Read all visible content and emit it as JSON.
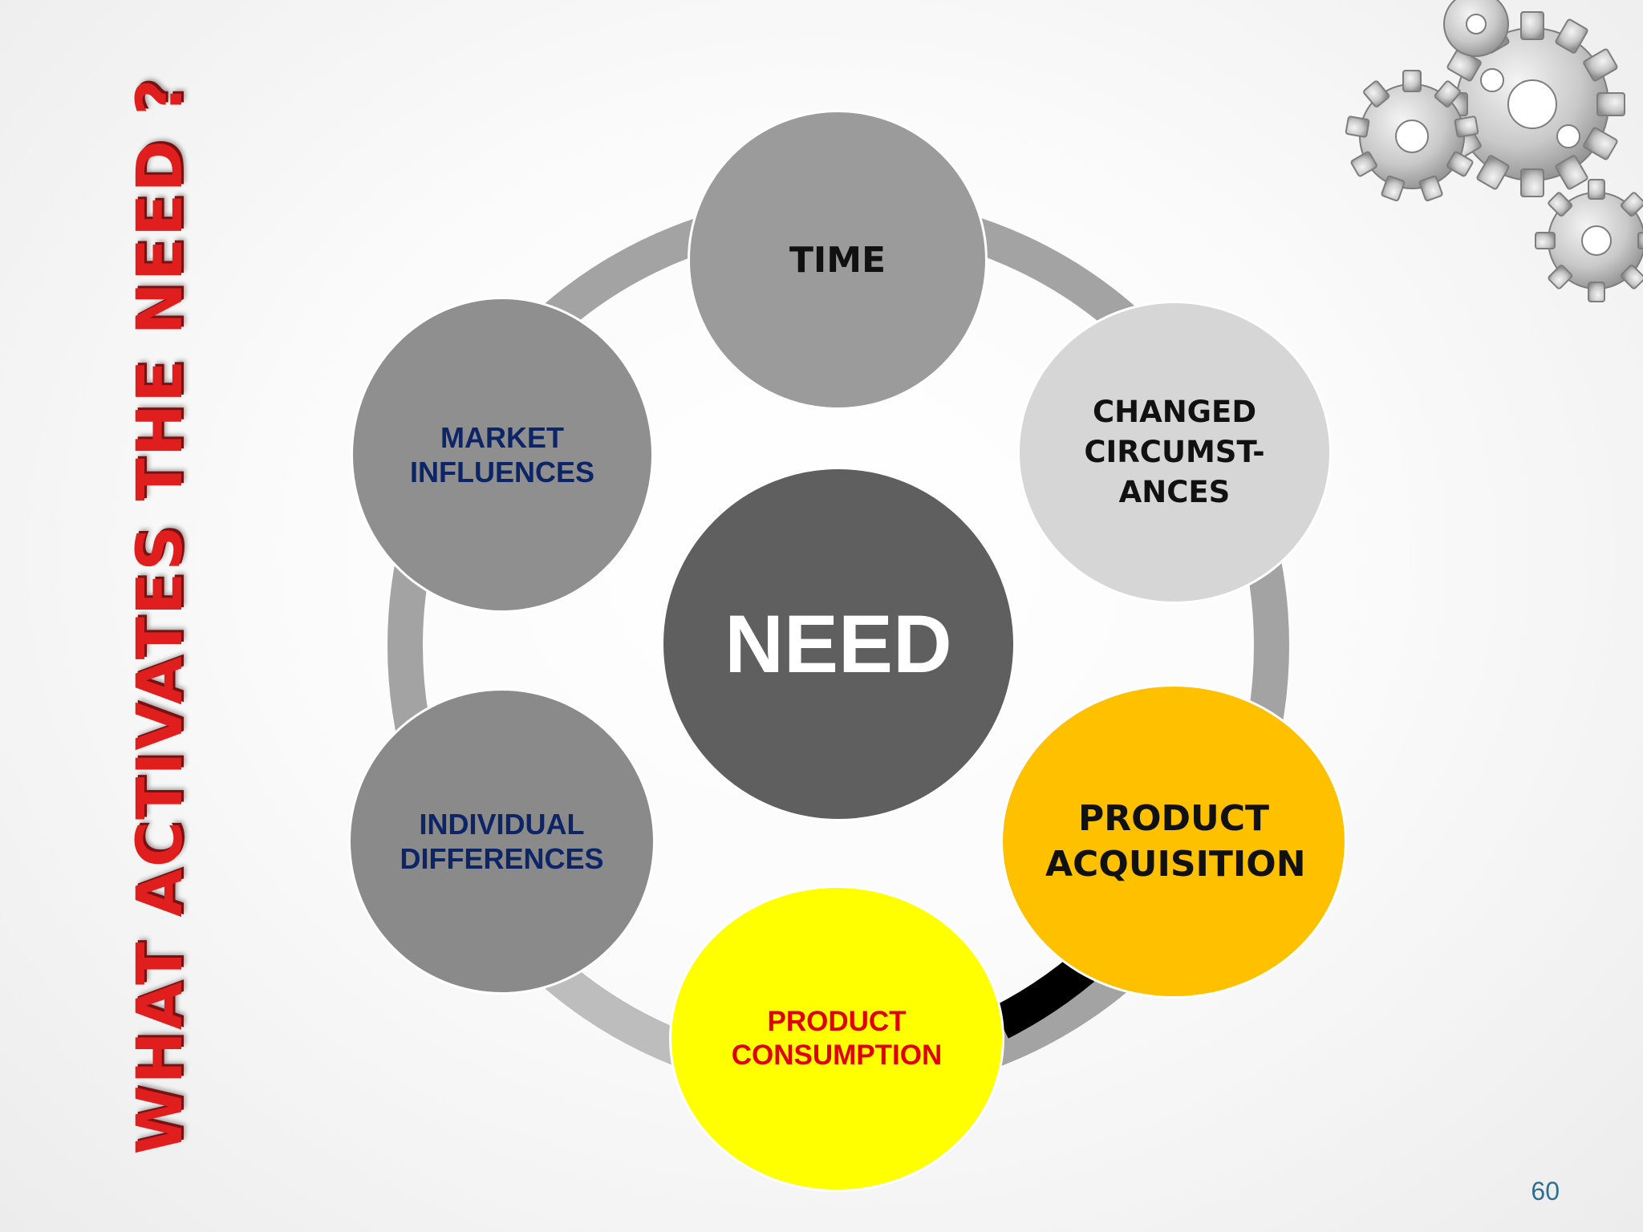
{
  "title": "WHAT  ACTIVATES  THE  NEED ?",
  "diagram": {
    "center": "NEED",
    "nodes": {
      "time": "TIME",
      "changed_circumstances": "CHANGED CIRCUMST-ANCES",
      "product_acquisition": "PRODUCT ACQUISITION",
      "product_consumption": "PRODUCT CONSUMPTION",
      "individual_differences": "INDIVIDUAL DIFFERENCES",
      "market_influences": "MARKET INFLUENCES"
    }
  },
  "colors": {
    "title": "#e01e1e",
    "need": "#5f5f5f",
    "acquisition": "#ffc000",
    "consumption": "#ffff00",
    "consumption_text": "#e00000",
    "node_text_blue": "#0d2566",
    "highlight_arc": "#000000"
  },
  "page_number": "60"
}
